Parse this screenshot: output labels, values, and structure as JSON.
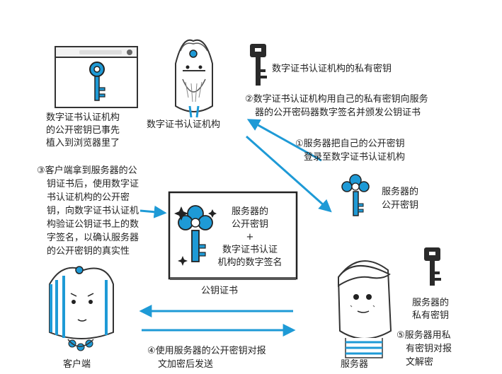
{
  "labels": {
    "ca": "数字证书认证机构",
    "ca_private_key": "数字证书认证机构的私有密钥",
    "step2": [
      "②数字证书认证机构用自己的私有密钥向服务",
      "器的公开密码器数字签名并颁发公钥证书"
    ],
    "browser_key": [
      "数字证书认证机构",
      "的公开密钥已事先",
      "植入到浏览器里了"
    ],
    "step1": [
      "①服务器把自己的公开密钥",
      "登录至数字证书认证机构"
    ],
    "server_public_key": [
      "服务器的",
      "公开密钥"
    ],
    "step3": [
      "③客户端拿到服务器的公",
      "钥证书后，使用数字证",
      "书认证机构的公开密",
      "钥，向数字证书认证机",
      "构验证公钥证书上的数",
      "字签名，以确认服务器",
      "的公开密钥的真实性"
    ],
    "cert_content": [
      "服务器的",
      "公开密钥",
      "+",
      "数字证书认证",
      "机构的数字签名"
    ],
    "cert_title": "公钥证书",
    "server_private_key": [
      "服务器的",
      "私有密钥"
    ],
    "step5": [
      "⑤服务器用私",
      "有密钥对报",
      "文解密"
    ],
    "step4": [
      "④使用服务器的公开密钥对报",
      "文加密后发送"
    ],
    "client": "客户端",
    "server": "服务器"
  },
  "colors": {
    "accent_blue": "#1e9ad6",
    "ink": "#222222",
    "key_dark": "#2a2a2a"
  },
  "icons": [
    "browser-window-icon",
    "key-icon",
    "ca-person-icon",
    "server-person-icon",
    "client-person-icon",
    "certificate-icon",
    "sparkle-icon",
    "arrow-icon"
  ]
}
